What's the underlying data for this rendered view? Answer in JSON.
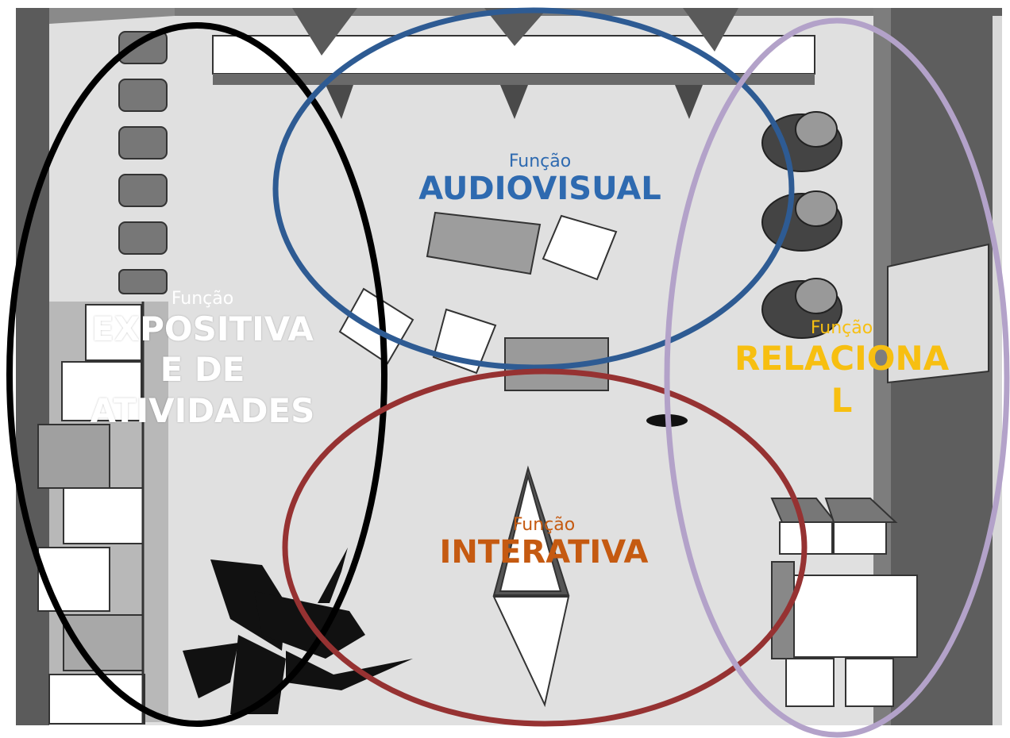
{
  "zones": [
    {
      "id": "expositiva",
      "prefix": "Função",
      "title_line1": "EXPOSITIVA",
      "title_line2": "E DE",
      "title_line3": "ATIVIDADES",
      "color": "#ffffff",
      "ring_color": "#000000"
    },
    {
      "id": "audiovisual",
      "prefix": "Função",
      "title_line1": "AUDIOVISUAL",
      "color": "#2e6ab0",
      "ring_color": "#2e5b93"
    },
    {
      "id": "relacional",
      "prefix": "Função",
      "title_line1": "RELACIONA",
      "title_line2": "L",
      "color": "#f7bf11",
      "ring_color": "#b3a2c9"
    },
    {
      "id": "interativa",
      "prefix": "Função",
      "title_line1": "INTERATIVA",
      "color": "#c55a11",
      "ring_color": "#963232"
    }
  ],
  "palette": {
    "floor": "#e0e0e0",
    "wall": "#5a5a5a",
    "furniture_white": "#ffffff",
    "furniture_grey": "#9a9a9a",
    "plant": "#111111"
  },
  "icons": [
    "plant-icon",
    "cushion-icon",
    "bookshelf-icon",
    "sofa-icon",
    "pyramid-table-icon",
    "stool-icon",
    "poster-icon"
  ]
}
